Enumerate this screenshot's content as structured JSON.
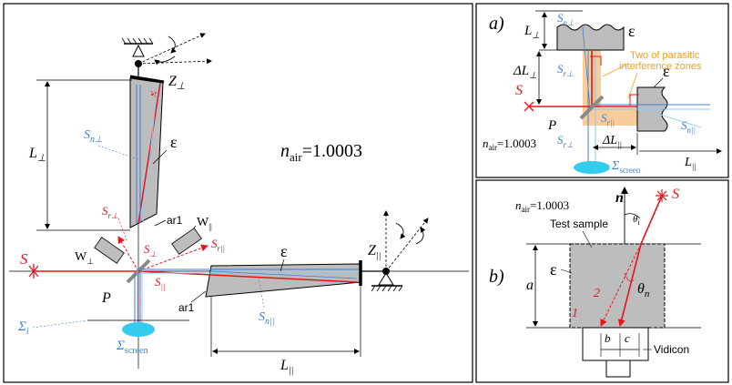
{
  "colors": {
    "red": "#e8141c",
    "blue": "#3f7fd6",
    "lightblue": "#8ec5ef",
    "cyan": "#33ccee",
    "gray": "#bdbdbd",
    "orange": "#f7c48a",
    "annotation": "#f0a020"
  },
  "main": {
    "S": "S",
    "n_air": "n",
    "n_air_sub": "air",
    "n_air_value": "=1.0003",
    "Z_perp": "Z",
    "Z_perp_sub": "⊥",
    "Z_par": "Z",
    "Z_par_sub": "||",
    "L_perp": "L",
    "L_perp_sub": "⊥",
    "L_par": "L",
    "L_par_sub": "||",
    "Sn_perp": "S",
    "Sn_perp_sub": "n⊥",
    "Sn_par": "S",
    "Sn_par_sub": "n||",
    "Sr_perp": "S",
    "Sr_perp_sub": "r⊥",
    "Sr_par": "S",
    "Sr_par_sub": "r||",
    "S_perp": "S",
    "S_perp_sub": "⊥",
    "S_par": "S",
    "S_par_sub": "||",
    "epsilon_top": "ε",
    "epsilon_right": "ε",
    "ar1_top": "ar1",
    "ar1_bottom": "ar1",
    "W_par": "W",
    "W_par_sub": "||",
    "W_perp": "W",
    "W_perp_sub": "⊥",
    "P": "P",
    "Sigma_i": "Σ",
    "Sigma_i_sub": "i",
    "Sigma_screen": "Σ",
    "Sigma_screen_sub": "screen"
  },
  "panel_a": {
    "label": "a)",
    "S": "S",
    "Sn_perp": "S",
    "Sn_perp_sub": "n⊥",
    "Sr_perp": "S",
    "Sr_perp_sub": "r⊥",
    "Sr_perp2": "S",
    "Sr_perp2_sub": "r⊥",
    "Sr_par": "S",
    "Sr_par_sub": "r||",
    "Sn_par": "S",
    "Sn_par_sub": "n||",
    "epsilon1": "ε",
    "epsilon2": "ε",
    "L_perp": "L",
    "L_perp_sub": "⊥",
    "dL_perp": "ΔL",
    "dL_perp_sub": "⊥",
    "dL_par": "ΔL",
    "dL_par_sub": "||",
    "L_par": "L",
    "L_par_sub": "||",
    "P": "P",
    "n_air": "n",
    "n_air_sub": "air",
    "n_air_value": "=1.0003",
    "Sigma_screen": "Σ",
    "Sigma_screen_sub": "screen",
    "annotation_line1": "Two of parasitic",
    "annotation_line2": "interference zones"
  },
  "panel_b": {
    "label": "b)",
    "n_air": "n",
    "n_air_sub": "air",
    "n_air_value": "=1.0003",
    "n_vec": "n",
    "S": "S",
    "theta_i": "θ",
    "theta_i_sub": "i",
    "theta_n": "θ",
    "theta_n_sub": "n",
    "test_sample": "Test sample",
    "epsilon": "ε",
    "a": "a",
    "ray1": "1",
    "ray2": "2",
    "b": "b",
    "c": "c",
    "vidicon": "Vidicon"
  }
}
